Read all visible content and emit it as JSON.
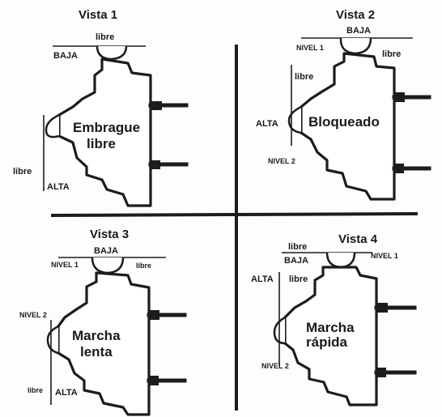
{
  "views": [
    {
      "title": "Vista 1",
      "center": [
        "Embrague",
        "libre"
      ],
      "labels": {
        "baja": "BAJA",
        "libre_top": "libre",
        "alta": "ALTA",
        "libre_side": "libre"
      }
    },
    {
      "title": "Vista 2",
      "center": [
        "Bloqueado"
      ],
      "labels": {
        "baja": "BAJA",
        "nivel1": "NIVEL 1",
        "libre_top": "libre",
        "libre_side": "libre",
        "alta": "ALTA",
        "nivel2": "NIVEL 2"
      }
    },
    {
      "title": "Vista 3",
      "center": [
        "Marcha",
        "lenta"
      ],
      "labels": {
        "baja": "BAJA",
        "nivel1": "NIVEL 1",
        "libre_top": "libre",
        "nivel2": "NIVEL 2",
        "libre_side": "libre",
        "alta": "ALTA"
      }
    },
    {
      "title": "Vista 4",
      "center": [
        "Marcha",
        "rápida"
      ],
      "labels": {
        "libre_a": "libre",
        "baja": "BAJA",
        "nivel1": "NIVEL 1",
        "alta": "ALTA",
        "libre_b": "libre",
        "nivel2": "NIVEL 2"
      }
    }
  ],
  "colors": {
    "ink": "#1c1c1c",
    "background": "#fdfdfd"
  }
}
